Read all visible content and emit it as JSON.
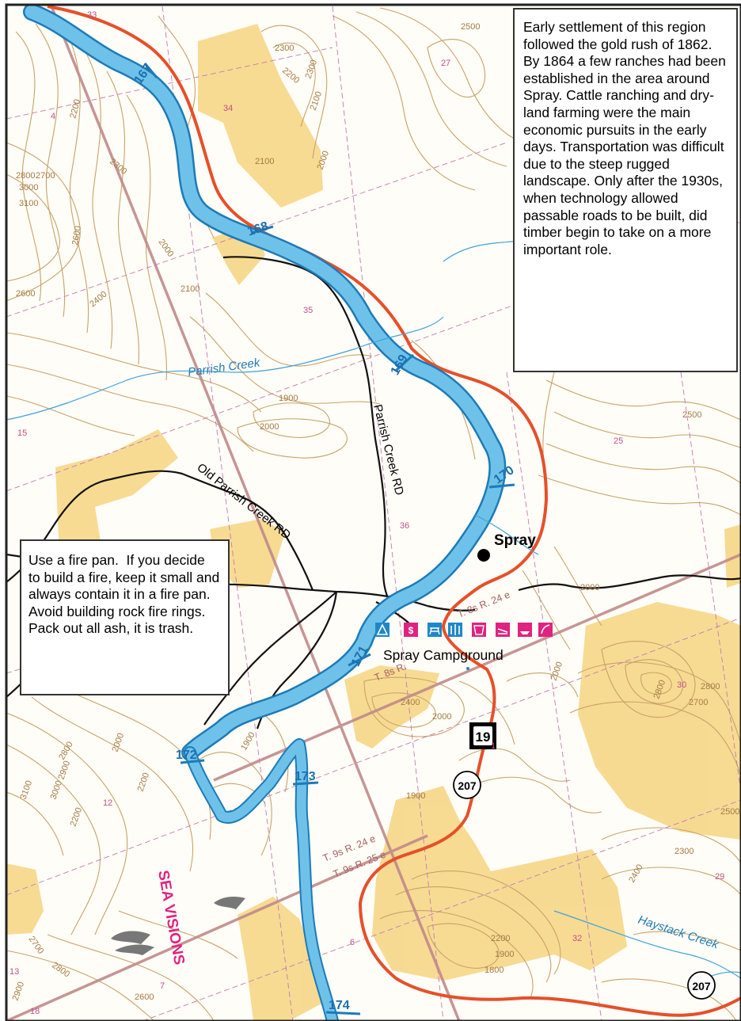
{
  "info_boxes": {
    "history": "Early settlement of this region followed the gold rush of 1862. By 1864 a few ranches had been established in the area around Spray. Cattle ranching and dry-land farming were the main economic pursuits in the early days. Transportation was difficult due to the steep rugged landscape. Only after the 1930s, when technology allowed passable roads to be built, did timber begin to take on a more important role.",
    "fire_pan": "Use a fire pan.  If you decide to build a fire, keep it small and always contain it in a fire pan. Avoid building rock fire rings.  Pack out all ash, it is trash."
  },
  "places": {
    "town": "Spray",
    "campground": "Spray Campground"
  },
  "creeks": {
    "parrish": "Parrish Creek",
    "haystack": "Haystack Creek"
  },
  "roads": {
    "parrish_rd": "Parrish Creek RD",
    "old_parrish_rd": "Old Parrish Creek RD"
  },
  "route_shields": {
    "state": "19",
    "county_a": "207",
    "county_b": "207"
  },
  "river_miles": [
    "167",
    "168",
    "169",
    "170",
    "171",
    "172",
    "173",
    "174"
  ],
  "township_labels": {
    "t8s_upper": "T. 8s R. 24 e",
    "t8s_lower": "T. 8s R.",
    "t9s_upper": "T. 9s R. 24 e",
    "t9s_lower": "T. 9s R. 25 e"
  },
  "logo": "SEA VISIONS",
  "contour_labels": {
    "c1": "2500",
    "c2": "2300",
    "c3": "2200",
    "c4": "2300",
    "c5": "2100",
    "c6": "2100",
    "c7": "2000",
    "c8": "2200",
    "c9": "2800",
    "c10": "2700",
    "c11": "3000",
    "c12": "3100",
    "c13": "2300",
    "c14": "2600",
    "c15": "2000",
    "c16": "2100",
    "c17": "2600",
    "c18": "2400",
    "c19": "1900",
    "c20": "2000",
    "c21": "2500",
    "c22": "2000",
    "c23": "2000",
    "c24": "2400",
    "c25": "2000",
    "c26": "1900",
    "c27": "2800",
    "c28": "2700",
    "c29": "2800",
    "c30": "2500",
    "c31": "1900",
    "c32": "2300",
    "c33": "2400",
    "c34": "2200",
    "c35": "1900",
    "c36": "1800",
    "c37": "2700",
    "c38": "2600",
    "c39": "2900",
    "c40": "2800",
    "c41": "2800",
    "c42": "3100",
    "c43": "2200",
    "c44": "2200",
    "c45": "2900",
    "c46": "2000",
    "c47": "3000"
  },
  "section_numbers": {
    "s1": "33",
    "s2": "34",
    "s3": "27",
    "s4": "4",
    "s5": "35",
    "s6": "36",
    "s7": "25",
    "s8": "15",
    "s9": "1",
    "s10": "12",
    "s11": "6",
    "s12": "7",
    "s13": "32",
    "s14": "29",
    "s15": "13",
    "s16": "18",
    "s17": "30"
  },
  "colors": {
    "river": "#6ec2ea",
    "river_edge": "#1d7bb7",
    "highway": "#e5502a",
    "blm_land": "#f7d98c",
    "contour": "#c8a26a",
    "township_line": "#c08a8a",
    "section_line": "#c27bb6",
    "recreation_icons": "#e0237f",
    "facility_icons": "#1f87c8"
  }
}
